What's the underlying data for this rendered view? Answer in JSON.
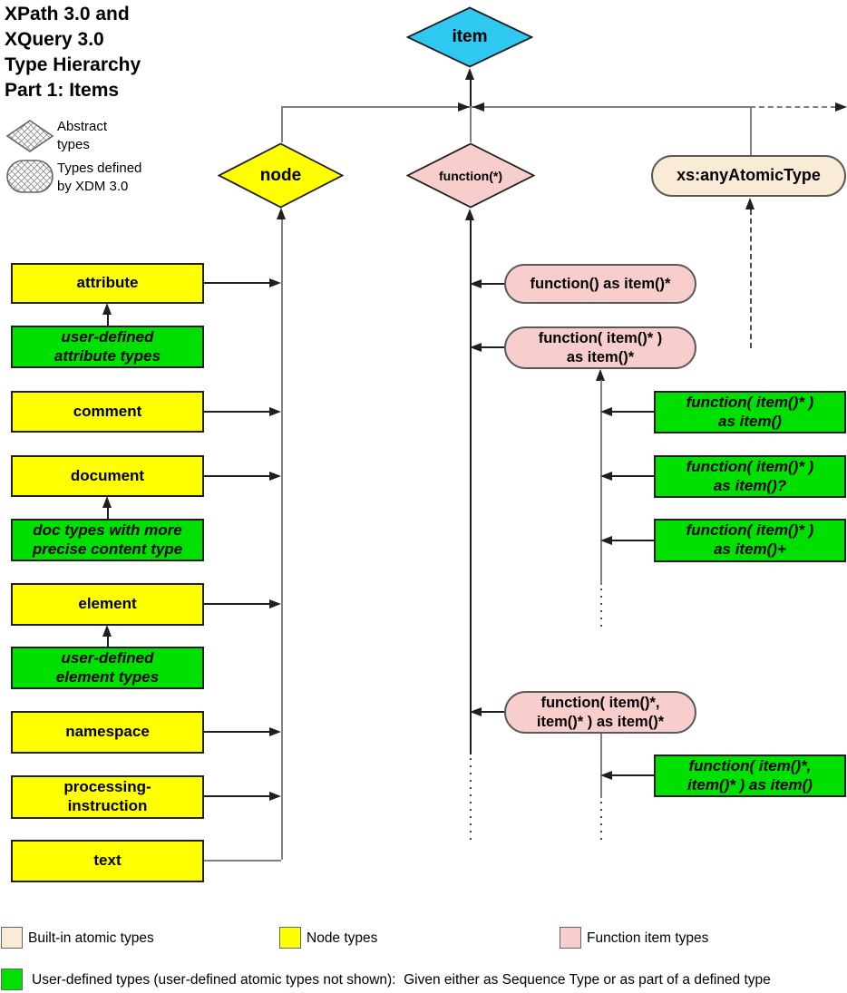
{
  "title": "XPath 3.0 and\nXQuery 3.0\nType Hierarchy\nPart 1: Items",
  "top_legend": {
    "abstract": "Abstract\ntypes",
    "xdm": "Types defined\nby XDM 3.0"
  },
  "diagram": {
    "item": "item",
    "node": "node",
    "function_any": "function(*)",
    "any_atomic": "xs:anyAtomicType",
    "node_types": {
      "attribute": "attribute",
      "user_attribute": "user-defined\nattribute types",
      "comment": "comment",
      "document": "document",
      "doc_types": "doc types with more\nprecise content type",
      "element": "element",
      "user_element": "user-defined\nelement types",
      "namespace": "namespace",
      "processing_instruction": "processing-\ninstruction",
      "text": "text"
    },
    "function_types": {
      "fn0": "function() as item()*",
      "fn1": "function( item()* )\nas item()*",
      "fn2": "function( item()*,\nitem()* ) as item()*"
    },
    "user_function_types": {
      "fn1_exact": "function( item()* )\nas item()",
      "fn1_opt": "function( item()* )\nas item()?",
      "fn1_plus": "function( item()* )\nas item()+",
      "fn2_exact": "function( item()*,\nitem()* ) as item()"
    }
  },
  "bottom_legend": {
    "builtin": "Built-in atomic types",
    "node": "Node types",
    "function": "Function item types",
    "user": "User-defined types (user-defined atomic types not shown):  Given either as Sequence Type or as part of a defined type"
  },
  "colors": {
    "item_cyan": "#2FC8F0",
    "node_yellow": "#FFFF00",
    "function_pink": "#F8CECC",
    "atomic_peach": "#FAEBD7",
    "user_green": "#00E000"
  }
}
